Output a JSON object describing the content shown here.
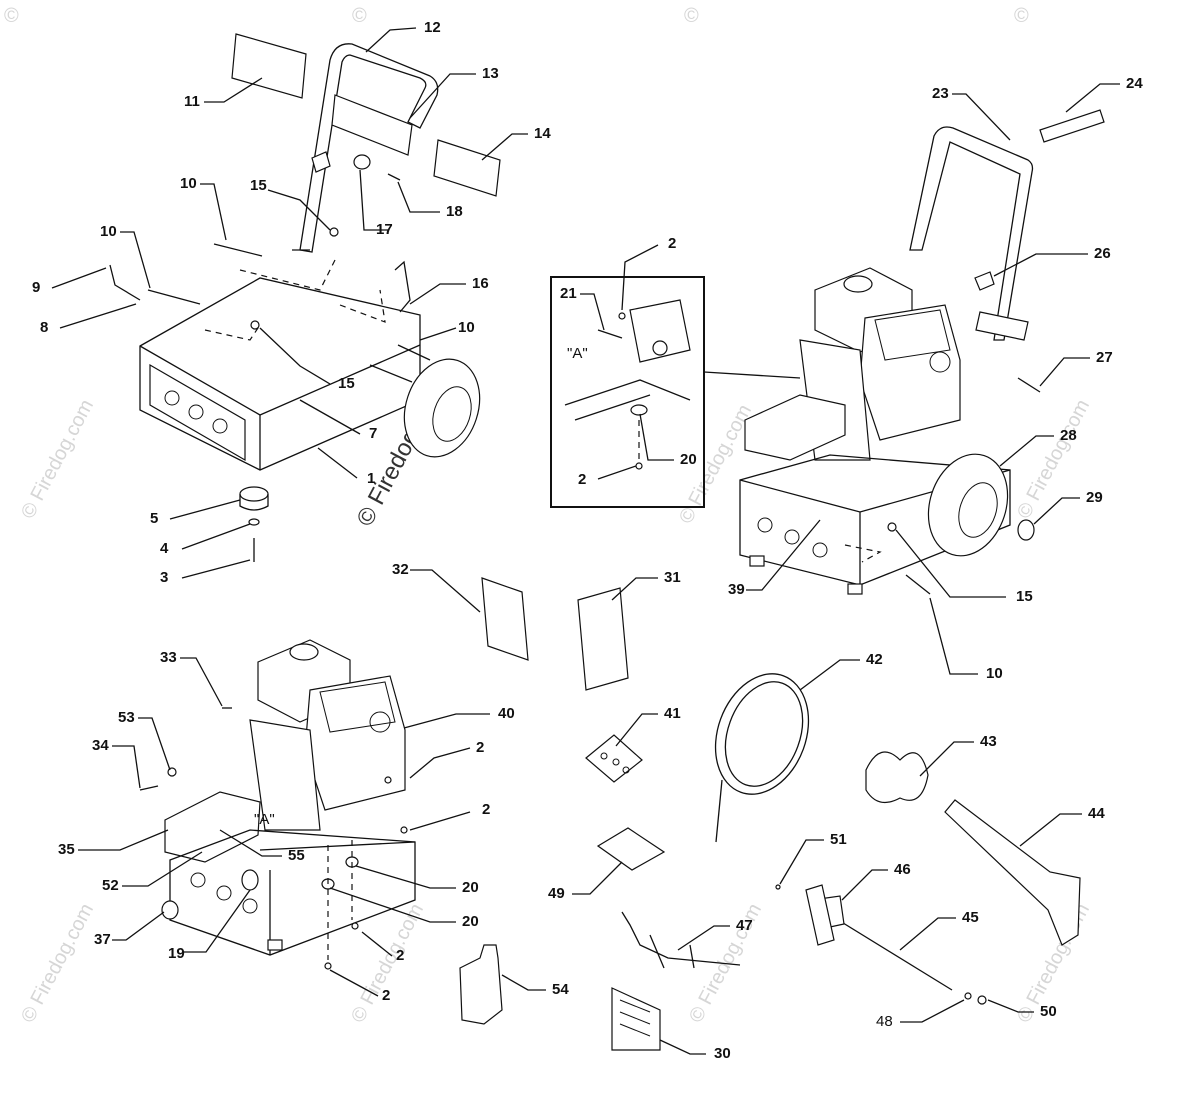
{
  "watermark": {
    "short": "©",
    "text": "© Firedog.com",
    "center_text": "© Firedog.com"
  },
  "inset_label": "\"A\"",
  "pump_label": "\"A\"",
  "callouts": [
    {
      "num": "1"
    },
    {
      "num": "2"
    },
    {
      "num": "3"
    },
    {
      "num": "4"
    },
    {
      "num": "5"
    },
    {
      "num": "7"
    },
    {
      "num": "8"
    },
    {
      "num": "9"
    },
    {
      "num": "10"
    },
    {
      "num": "11"
    },
    {
      "num": "12"
    },
    {
      "num": "13"
    },
    {
      "num": "14"
    },
    {
      "num": "15"
    },
    {
      "num": "16"
    },
    {
      "num": "17"
    },
    {
      "num": "18"
    },
    {
      "num": "19"
    },
    {
      "num": "20"
    },
    {
      "num": "21"
    },
    {
      "num": "23"
    },
    {
      "num": "24"
    },
    {
      "num": "26"
    },
    {
      "num": "27"
    },
    {
      "num": "28"
    },
    {
      "num": "29"
    },
    {
      "num": "30"
    },
    {
      "num": "31"
    },
    {
      "num": "32"
    },
    {
      "num": "33"
    },
    {
      "num": "34"
    },
    {
      "num": "35"
    },
    {
      "num": "37"
    },
    {
      "num": "39"
    },
    {
      "num": "40"
    },
    {
      "num": "41"
    },
    {
      "num": "42"
    },
    {
      "num": "43"
    },
    {
      "num": "44"
    },
    {
      "num": "45"
    },
    {
      "num": "46"
    },
    {
      "num": "47"
    },
    {
      "num": "48"
    },
    {
      "num": "49"
    },
    {
      "num": "50"
    },
    {
      "num": "51"
    },
    {
      "num": "52"
    },
    {
      "num": "53"
    },
    {
      "num": "54"
    },
    {
      "num": "55"
    }
  ]
}
